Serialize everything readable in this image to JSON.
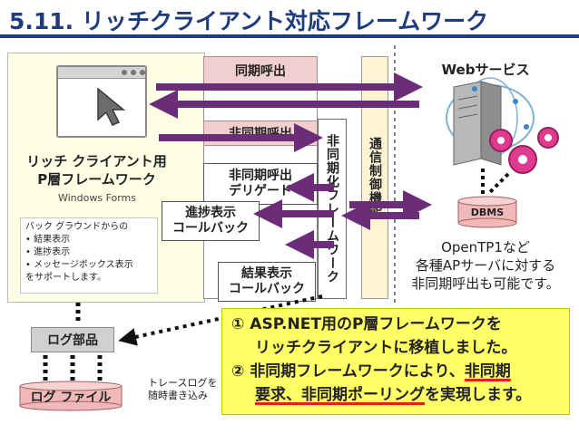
{
  "title": "5.11. リッチクライアント対応フレームワーク",
  "client": {
    "title_line1": "リッチ クライアント用",
    "title_line2": "P層フレームワーク",
    "subtitle": "Windows Forms"
  },
  "note": {
    "heading": "バック グラウンドからの",
    "items": [
      "• 結果表示",
      "• 進捗表示",
      "• メッセージボックス表示"
    ],
    "footer": "をサポートします。"
  },
  "boxes": {
    "sync_call": "同期呼出",
    "async_call": "非同期呼出",
    "async_deleg_line1": "非同期呼出",
    "async_deleg_line2": "デリゲード",
    "progress_line1": "進捗表示",
    "progress_line2": "コールバック",
    "result_line1": "結果表示",
    "result_line2": "コールバック",
    "async_framework": "非同期化フレームワーク",
    "comm_control": "通信制御機能"
  },
  "web_service": {
    "title": "Webサービス",
    "dbms": "DBMS",
    "otp_line1": "OpenTP1など",
    "otp_line2": "各種APサーバに対する",
    "otp_line3": "非同期呼出も可能です。"
  },
  "log": {
    "parts": "ログ部品",
    "file": "ログ ファイル",
    "trace_line1": "トレースログを",
    "trace_line2": "随時書き込み"
  },
  "callout": {
    "l1": "① ASP.NET用のP層フレームワークを",
    "l2": "リッチクライアントに移植しました。",
    "l3a": "② 非同期フレームワークにより、",
    "l3b": "非同期",
    "l4a": "要求、非同期ポーリング",
    "l4b": "を実現します。"
  },
  "colors": {
    "accent": "#1f3b80",
    "arrow": "#6b2d78",
    "pink_box": "#f2cfcf",
    "callout_bg": "#ffff66",
    "underline": "#e02020"
  }
}
